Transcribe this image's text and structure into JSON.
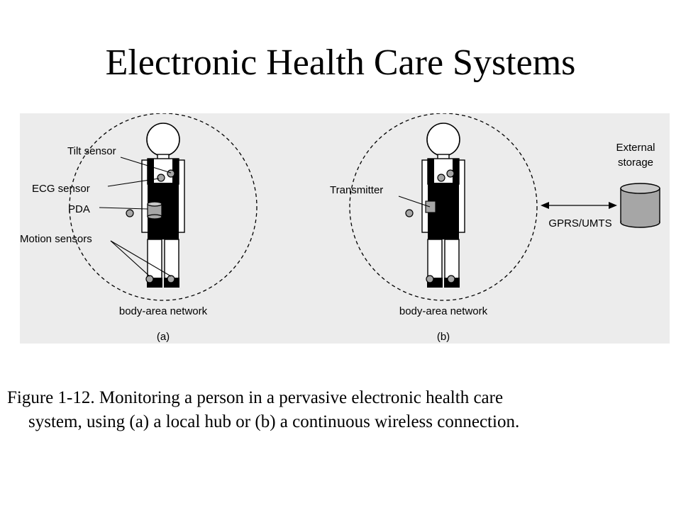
{
  "slide": {
    "title": "Electronic Health Care Systems"
  },
  "figure": {
    "panel_a": {
      "labels": {
        "tilt_sensor": "Tilt sensor",
        "ecg_sensor": "ECG sensor",
        "pda": "PDA",
        "motion_sensors": "Motion sensors"
      },
      "network_label": "body-area network",
      "sub_label": "(a)"
    },
    "panel_b": {
      "labels": {
        "transmitter": "Transmitter"
      },
      "network_label": "body-area network",
      "sub_label": "(b)",
      "storage_label_line1": "External",
      "storage_label_line2": "storage",
      "link_label": "GPRS/UMTS"
    }
  },
  "caption": {
    "line1": "Figure 1-12. Monitoring a person in a pervasive electronic health care",
    "line2": "system, using (a) a local hub or (b) a continuous wireless connection."
  },
  "colors": {
    "panel_background": "#ececec",
    "body_fill": "#000000",
    "sensor_fill": "#a6a6a6",
    "storage_fill": "#a6a6a6"
  }
}
